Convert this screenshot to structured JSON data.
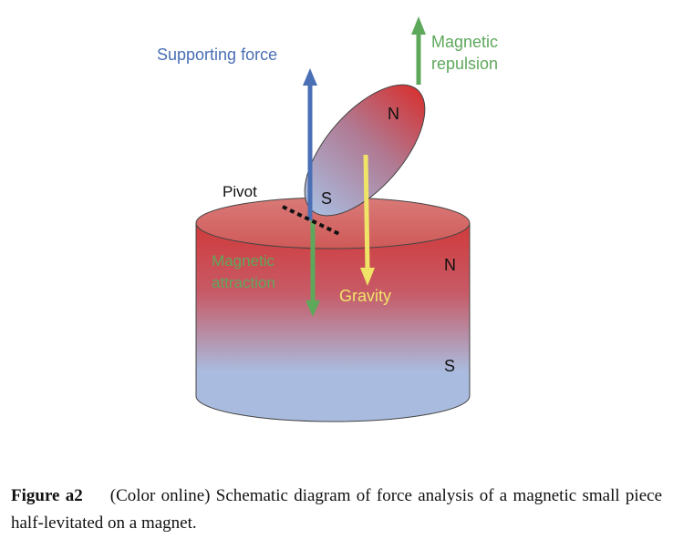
{
  "diagram": {
    "labels": {
      "supporting_force": "Supporting force",
      "magnetic_repulsion_line1": "Magnetic",
      "magnetic_repulsion_line2": "repulsion",
      "magnetic_attraction_line1": "Magnetic",
      "magnetic_attraction_line2": "attraction",
      "gravity": "Gravity",
      "pivot": "Pivot",
      "piece_north": "N",
      "piece_south": "S",
      "magnet_north": "N",
      "magnet_south": "S"
    },
    "colors": {
      "supporting_force": "#4b6fb5",
      "magnetic_force": "#5ea85c",
      "gravity": "#f0e468",
      "north_red": "#d03a3a",
      "south_blue": "#a9bcdf",
      "pivot": "#111111"
    }
  },
  "caption": {
    "label": "Figure a2",
    "text": "(Color online) Schematic diagram of force analysis of a magnetic small piece half-levitated on a magnet."
  }
}
